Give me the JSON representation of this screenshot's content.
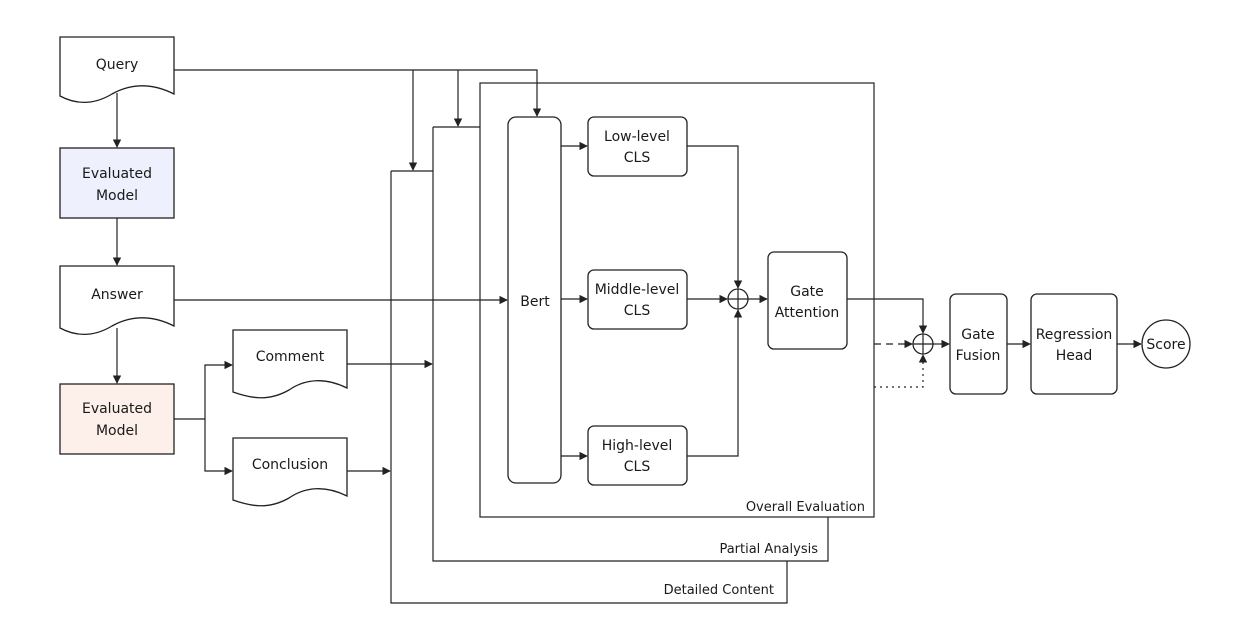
{
  "inputs": {
    "query": "Query",
    "answer": "Answer",
    "comment": "Comment",
    "conclusion": "Conclusion"
  },
  "evaluated_model_top": {
    "line1": "Evaluated",
    "line2": "Model",
    "fill": "#eef0fd"
  },
  "evaluated_model_bottom": {
    "line1": "Evaluated",
    "line2": "Model",
    "fill": "#fdf0ea"
  },
  "encoder": {
    "bert": "Bert",
    "low_cls": {
      "line1": "Low-level",
      "line2": "CLS"
    },
    "middle_cls": {
      "line1": "Middle-level",
      "line2": "CLS"
    },
    "high_cls": {
      "line1": "High-level",
      "line2": "CLS"
    }
  },
  "gate_attention": {
    "line1": "Gate",
    "line2": "Attention"
  },
  "gate_fusion": {
    "line1": "Gate",
    "line2": "Fusion"
  },
  "regression_head": {
    "line1": "Regression",
    "line2": "Head"
  },
  "score": "Score",
  "frames": {
    "overall": "Overall Evaluation",
    "partial": "Partial Analysis",
    "detailed": "Detailed Content"
  }
}
